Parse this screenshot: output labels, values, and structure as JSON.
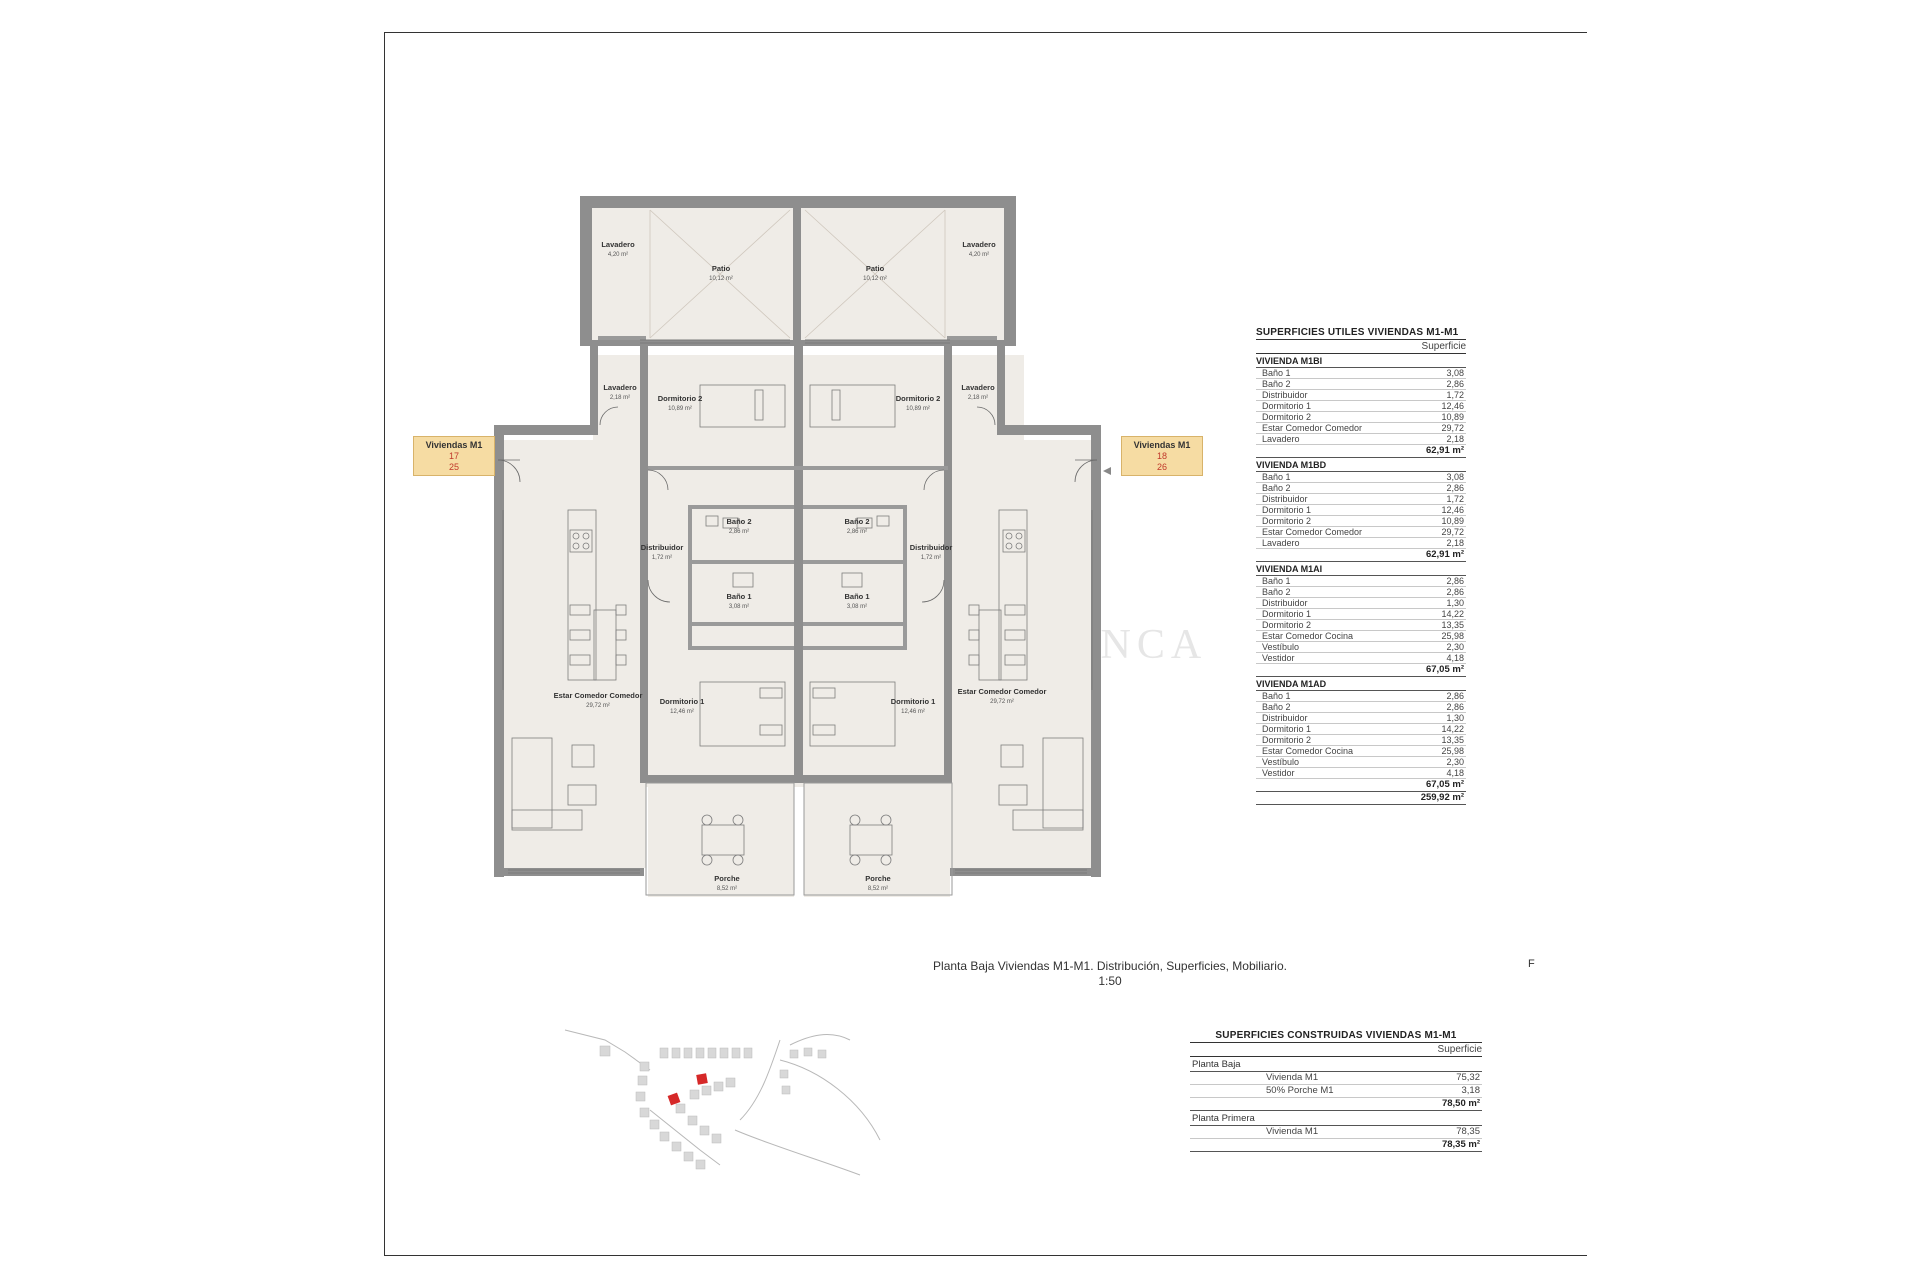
{
  "tags": {
    "left": {
      "title": "Viviendas M1",
      "top": "17",
      "bottom": "25"
    },
    "right": {
      "title": "Viviendas M1",
      "top": "18",
      "bottom": "26"
    }
  },
  "rooms": [
    {
      "label": "Lavadero",
      "area": "4,20 m²"
    },
    {
      "label": "Patio",
      "area": "10,12 m²"
    },
    {
      "label": "Patio",
      "area": "10,12 m²"
    },
    {
      "label": "Lavadero",
      "area": "4,20 m²"
    },
    {
      "label": "Lavadero",
      "area": "2,18 m²"
    },
    {
      "label": "Dormitorio 2",
      "area": "10,89 m²"
    },
    {
      "label": "Dormitorio 2",
      "area": "10,89 m²"
    },
    {
      "label": "Lavadero",
      "area": "2,18 m²"
    },
    {
      "label": "Baño 2",
      "area": "2,86 m²"
    },
    {
      "label": "Baño 2",
      "area": "2,86 m²"
    },
    {
      "label": "Distribuidor",
      "area": "1,72 m²"
    },
    {
      "label": "Distribuidor",
      "area": "1,72 m²"
    },
    {
      "label": "Baño 1",
      "area": "3,08 m²"
    },
    {
      "label": "Baño 1",
      "area": "3,08 m²"
    },
    {
      "label": "Estar Comedor Comedor",
      "area": "29,72 m²"
    },
    {
      "label": "Estar Comedor Comedor",
      "area": "29,72 m²"
    },
    {
      "label": "Dormitorio 1",
      "area": "12,46 m²"
    },
    {
      "label": "Dormitorio 1",
      "area": "12,46 m²"
    },
    {
      "label": "Porche",
      "area": "8,52 m²"
    },
    {
      "label": "Porche",
      "area": "8,52 m²"
    }
  ],
  "caption": {
    "line1": "Planta Baja Viviendas M1-M1. Distribución, Superficies, Mobiliario.",
    "line2": "1:50"
  },
  "stray_mark": "F",
  "util_table": {
    "title": "SUPERFICIES UTILES VIVIENDAS M1-M1",
    "column": "Superficie",
    "groups": [
      {
        "name": "VIVIENDA M1BI",
        "rows": [
          [
            "Baño 1",
            "3,08"
          ],
          [
            "Baño 2",
            "2,86"
          ],
          [
            "Distribuidor",
            "1,72"
          ],
          [
            "Dormitorio 1",
            "12,46"
          ],
          [
            "Dormitorio 2",
            "10,89"
          ],
          [
            "Estar Comedor Comedor",
            "29,72"
          ],
          [
            "Lavadero",
            "2,18"
          ]
        ],
        "total": "62,91 m²"
      },
      {
        "name": "VIVIENDA M1BD",
        "rows": [
          [
            "Baño 1",
            "3,08"
          ],
          [
            "Baño 2",
            "2,86"
          ],
          [
            "Distribuidor",
            "1,72"
          ],
          [
            "Dormitorio 1",
            "12,46"
          ],
          [
            "Dormitorio 2",
            "10,89"
          ],
          [
            "Estar Comedor Comedor",
            "29,72"
          ],
          [
            "Lavadero",
            "2,18"
          ]
        ],
        "total": "62,91 m²"
      },
      {
        "name": "VIVIENDA M1AI",
        "rows": [
          [
            "Baño 1",
            "2,86"
          ],
          [
            "Baño 2",
            "2,86"
          ],
          [
            "Distribuidor",
            "1,30"
          ],
          [
            "Dormitorio 1",
            "14,22"
          ],
          [
            "Dormitorio 2",
            "13,35"
          ],
          [
            "Estar Comedor Cocina",
            "25,98"
          ],
          [
            "Vestíbulo",
            "2,30"
          ],
          [
            "Vestidor",
            "4,18"
          ]
        ],
        "total": "67,05 m²"
      },
      {
        "name": "VIVIENDA M1AD",
        "rows": [
          [
            "Baño 1",
            "2,86"
          ],
          [
            "Baño 2",
            "2,86"
          ],
          [
            "Distribuidor",
            "1,30"
          ],
          [
            "Dormitorio 1",
            "14,22"
          ],
          [
            "Dormitorio 2",
            "13,35"
          ],
          [
            "Estar Comedor Cocina",
            "25,98"
          ],
          [
            "Vestíbulo",
            "2,30"
          ],
          [
            "Vestidor",
            "4,18"
          ]
        ],
        "total": "67,05 m²"
      }
    ],
    "grand_total": "259,92 m²"
  },
  "built_table": {
    "title": "SUPERFICIES CONSTRUIDAS VIVIENDAS M1-M1",
    "column": "Superficie",
    "sections": [
      {
        "name": "Planta Baja",
        "rows": [
          [
            "Vivienda M1",
            "75,32"
          ],
          [
            "50% Porche M1",
            "3,18"
          ]
        ],
        "total": "78,50 m²"
      },
      {
        "name": "Planta Primera",
        "rows": [
          [
            "Vivienda M1",
            "78,35"
          ]
        ],
        "total": "78,35 m²"
      }
    ]
  }
}
